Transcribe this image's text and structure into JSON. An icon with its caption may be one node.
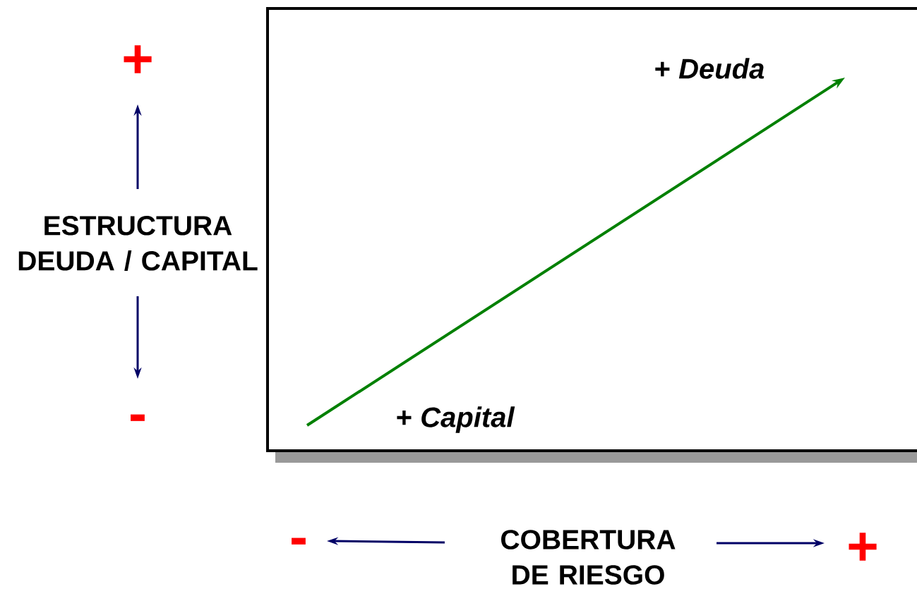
{
  "diagram": {
    "nodes": [
      {
        "text": [
          "+ *Deuda*",
          "+ *Capital*"
        ]
      }
    ],
    "labels": [
      "+",
      "ESTRUCTURA DEUDA / CAPITAL",
      "-",
      "-",
      "COBERTURA DE RIESGO",
      "+"
    ]
  }
}
